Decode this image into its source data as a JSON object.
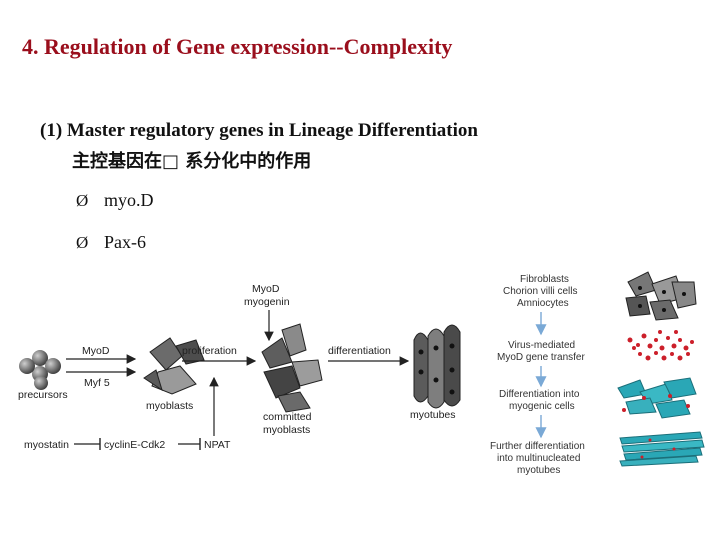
{
  "slide": {
    "title": "4. Regulation of Gene expression--Complexity",
    "subtitle_en": "(1) Master regulatory genes in Lineage Differentiation",
    "subtitle_zh": "主控基因在□ 系分化中的作用",
    "bullets": [
      "myo.D",
      "Pax-6"
    ],
    "bullet_marker": "Ø"
  },
  "diagram_left": {
    "precursors": "precursors",
    "myod_arrow": "MyoD",
    "myf5": "Myf 5",
    "myoblasts": "myoblasts",
    "proliferation": "proliferation",
    "myod_top": "MyoD",
    "myogenin": "myogenin",
    "committed": "committed",
    "committed2": "myoblasts",
    "differentiation": "differentiation",
    "myotubes": "myotubes",
    "myostatin": "myostatin",
    "cyclin": "cyclinE-Cdk2",
    "npat": "NPAT"
  },
  "diagram_right": {
    "fibroblasts": "Fibroblasts",
    "chorion": "Chorion villi cells",
    "amniocytes": "Amniocytes",
    "virus1": "Virus-mediated",
    "virus2": "MyoD gene transfer",
    "diff1": "Differentiation into",
    "diff2": "myogenic cells",
    "further1": "Further differentiation",
    "further2": "into multinucleated",
    "further3": "myotubes"
  },
  "colors": {
    "title": "#9a0e1c",
    "arrow": "#7aa9d6",
    "red_cells": "#cc1f2a",
    "teal_cells": "#2aa7b6"
  }
}
